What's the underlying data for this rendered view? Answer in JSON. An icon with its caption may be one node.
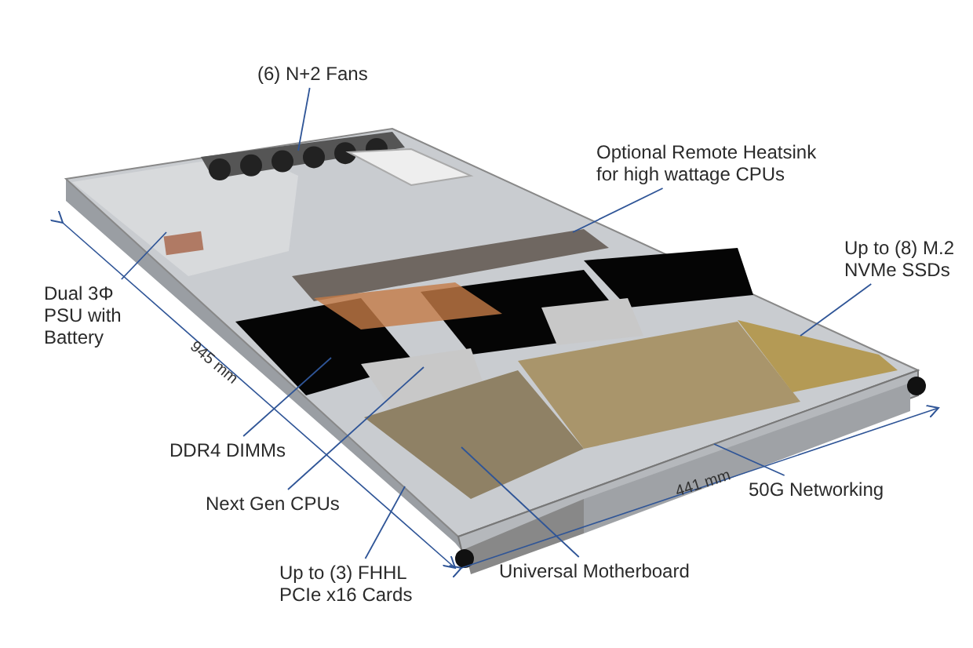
{
  "diagram": {
    "nodes": [
      {
        "text": [
          "(6) N+2 Fans"
        ]
      },
      {
        "text": [
          "Optional Remote Heatsink for high wattage CPUs"
        ]
      },
      {
        "text": [
          "Up to (8) M.2 NVMe SSDs"
        ]
      },
      {
        "text": [
          "Dual 3Φ PSU with Battery"
        ]
      },
      {
        "text": [
          "DDR4 DIMMs"
        ]
      },
      {
        "text": [
          "Next Gen CPUs"
        ]
      },
      {
        "text": [
          "Up to (3) FHHL PCIe x16 Cards"
        ]
      },
      {
        "text": [
          "Universal Motherboard"
        ]
      },
      {
        "text": [
          "50G Networking"
        ]
      }
    ],
    "edges": [
      {
        "from": 0,
        "to": null,
        "arrow": "none"
      },
      {
        "from": 1,
        "to": null,
        "arrow": "none"
      },
      {
        "from": 2,
        "to": null,
        "arrow": "none"
      },
      {
        "from": 3,
        "to": null,
        "arrow": "none"
      },
      {
        "from": 4,
        "to": null,
        "arrow": "none"
      },
      {
        "from": 5,
        "to": null,
        "arrow": "none"
      },
      {
        "from": 6,
        "to": null,
        "arrow": "none"
      },
      {
        "from": 7,
        "to": null,
        "arrow": "none"
      },
      {
        "from": 8,
        "to": null,
        "arrow": "none"
      }
    ],
    "labels": [
      "945 mm",
      "441 mm"
    ]
  }
}
